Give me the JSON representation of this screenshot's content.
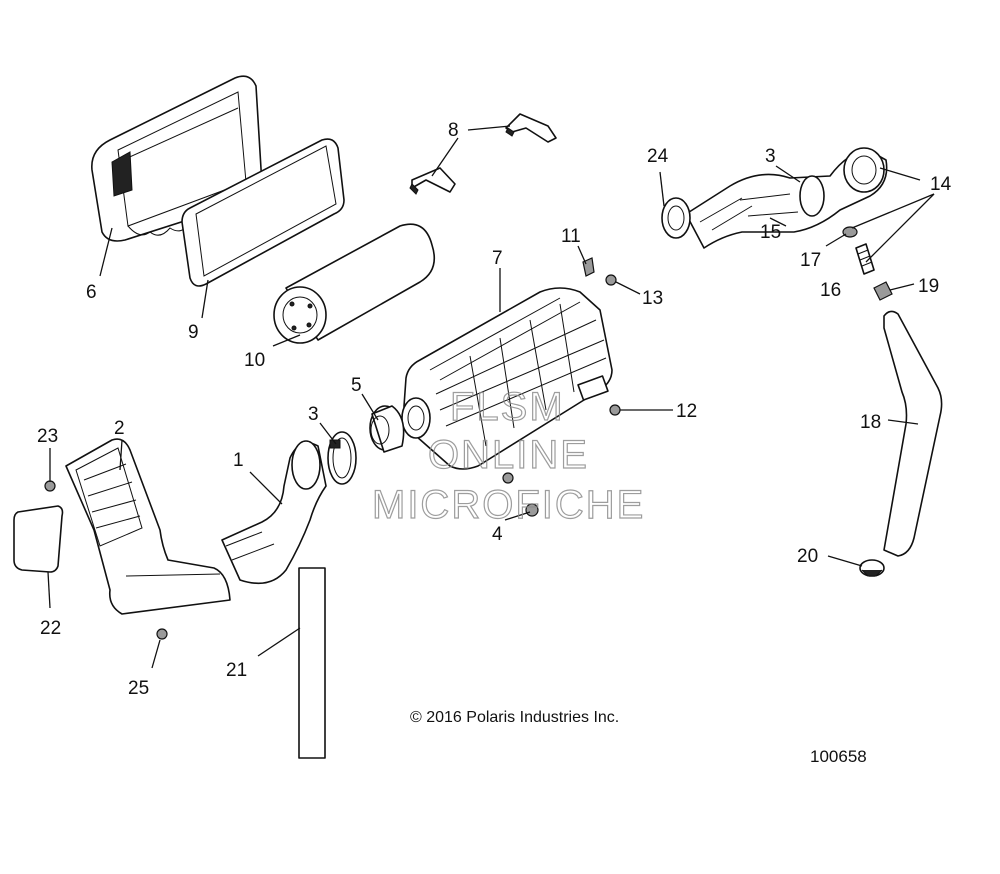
{
  "callouts": [
    "1",
    "2",
    "3",
    "3",
    "4",
    "5",
    "6",
    "7",
    "8",
    "9",
    "10",
    "11",
    "12",
    "13",
    "14",
    "15",
    "16",
    "17",
    "18",
    "19",
    "20",
    "21",
    "22",
    "23",
    "24",
    "25"
  ],
  "watermark": {
    "line1": "FLSM",
    "line2": "ONLINE",
    "line3": "MICROFICHE"
  },
  "copyright": "© 2016 Polaris Industries Inc.",
  "reference_number": "100658"
}
